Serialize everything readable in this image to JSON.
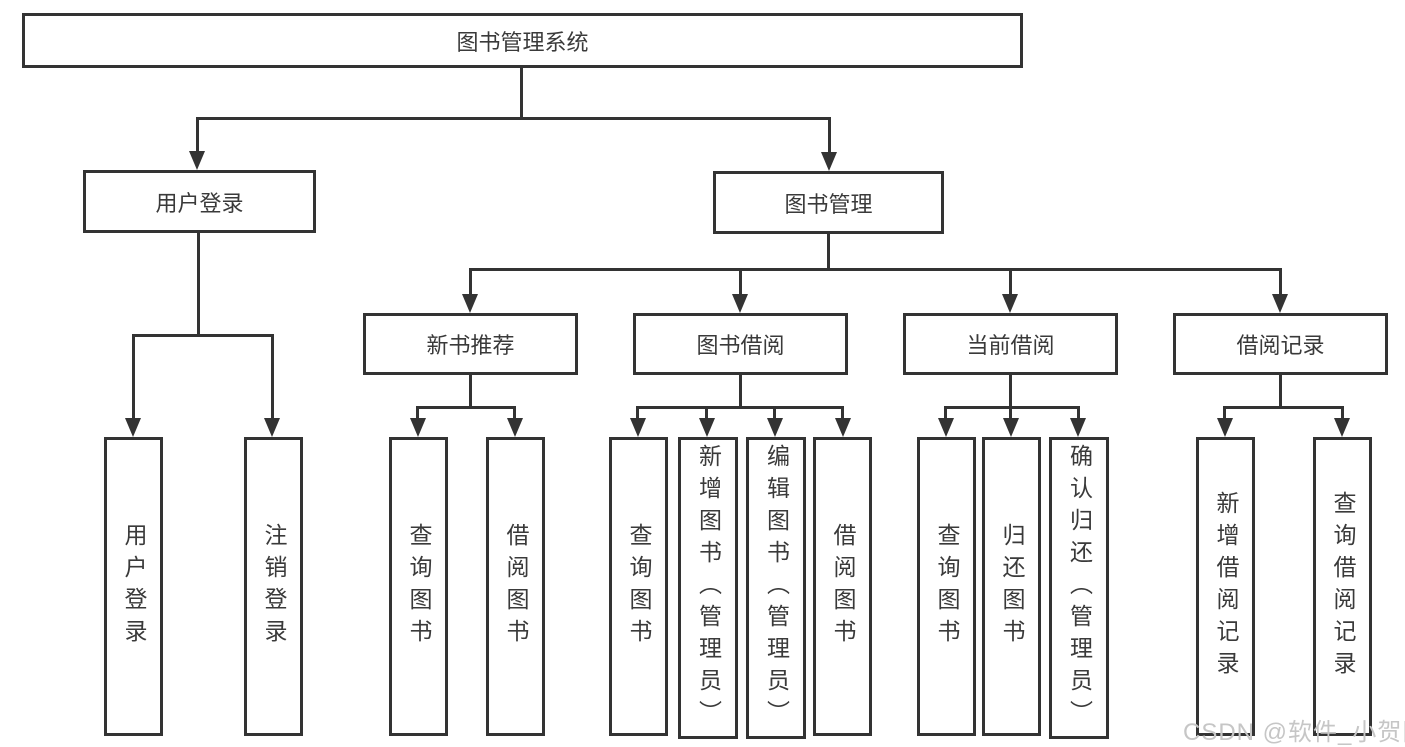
{
  "nodes": {
    "root": "图书管理系统",
    "user_login": "用户登录",
    "book_mgmt": "图书管理",
    "new_book_rec": "新书推荐",
    "book_borrow": "图书借阅",
    "current_borrow": "当前借阅",
    "borrow_records": "借阅记录",
    "leaf_user_login": "用户登录",
    "leaf_logout": "注销登录",
    "leaf_query_books_1": "查询图书",
    "leaf_borrow_books_1": "借阅图书",
    "leaf_query_books_2": "查询图书",
    "leaf_add_books_admin": "新增图书（管理员）",
    "leaf_edit_books_admin": "编辑图书（管理员）",
    "leaf_borrow_books_2": "借阅图书",
    "leaf_query_books_3": "查询图书",
    "leaf_return_books": "归还图书",
    "leaf_confirm_return_admin": "确认归还（管理员）",
    "leaf_add_borrow_record": "新增借阅记录",
    "leaf_query_borrow_record": "查询借阅记录"
  },
  "hierarchy": {
    "图书管理系统": {
      "用户登录": [
        "用户登录",
        "注销登录"
      ],
      "图书管理": {
        "新书推荐": [
          "查询图书",
          "借阅图书"
        ],
        "图书借阅": [
          "查询图书",
          "新增图书（管理员）",
          "编辑图书（管理员）",
          "借阅图书"
        ],
        "当前借阅": [
          "查询图书",
          "归还图书",
          "确认归还（管理员）"
        ],
        "借阅记录": [
          "新增借阅记录",
          "查询借阅记录"
        ]
      }
    }
  },
  "watermark": "CSDN @软件_小贺同学",
  "colors": {
    "line": "#333333",
    "text": "#3a3a3a",
    "box_background": "#ffffff",
    "watermark": "#c6c6c6",
    "background": "#ffffff"
  }
}
